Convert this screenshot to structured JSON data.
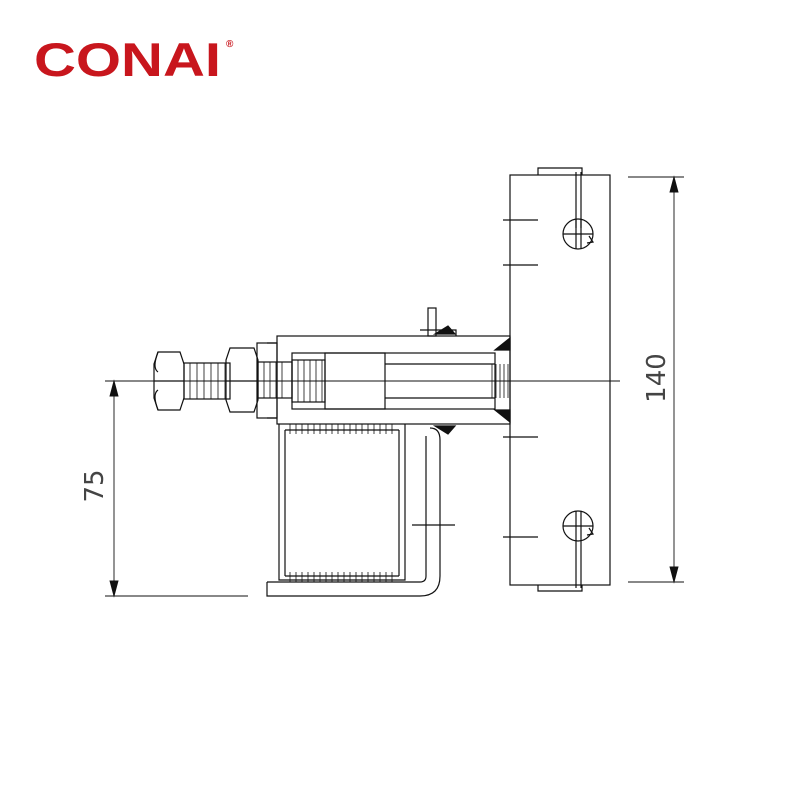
{
  "brand": {
    "name": "CONAI",
    "registered_mark": "®",
    "color": "#c8161d"
  },
  "drawing": {
    "line_color": "#111111",
    "dimensions": {
      "height": "140",
      "offset": "75"
    }
  }
}
